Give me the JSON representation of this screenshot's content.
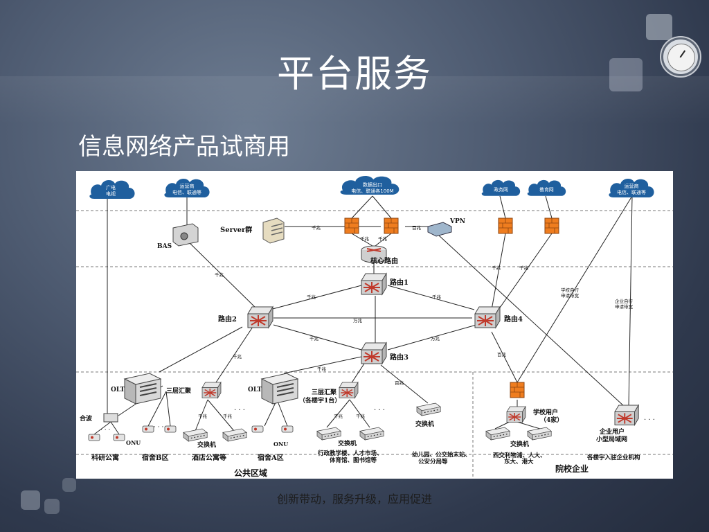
{
  "slide": {
    "title": "平台服务",
    "subtitle": "信息网络产品试商用",
    "footer": "创新带动，服务升级，应用促进"
  },
  "diagram": {
    "clouds": {
      "broadcast": [
        "广电",
        "电视"
      ],
      "isp": [
        "运营商",
        "电信、联通等"
      ],
      "data_exit": [
        "数据出口",
        "电信、联通各100M"
      ],
      "gov_net": "政务网",
      "edu_net": "教育网",
      "isp_right": [
        "运营商",
        "电信、联通等"
      ]
    },
    "devices": {
      "bas": "BAS",
      "server": "Server群",
      "vpn": "VPN",
      "core_router": "核心路由",
      "router1": "路由1",
      "router2": "路由2",
      "router3": "路由3",
      "router4": "路由4",
      "olt_left": "OLT",
      "olt_mid": "OLT",
      "splitter": "合波",
      "onu_left": "ONU",
      "onu_mid": "ONU",
      "agg_left": "三层汇聚",
      "agg_mid": [
        "三层汇聚",
        "（各楼宇1台）"
      ],
      "switch_a": "交换机",
      "switch_b": "交换机",
      "switch_c": "交换机",
      "switch_d": "交换机",
      "school_users": [
        "学校用户",
        "（4家）"
      ],
      "enterprise_users": [
        "企业用户",
        "小型局域网"
      ]
    },
    "link_labels": {
      "gigabit": "千兆",
      "hundred": "百兆",
      "ten_gigabit": "万兆",
      "school_self": [
        "学校自行",
        "申请带宽"
      ],
      "enterprise_self": [
        "企业自行",
        "申请带宽"
      ]
    },
    "sites": {
      "keyan": "科研公寓",
      "sushe_b": "宿舍B区",
      "jiudian": "酒店公寓等",
      "sushe_a": "宿舍A区",
      "jiaoxue": [
        "行政教学楼、人才市场、",
        "体育馆、图书馆等"
      ],
      "youer": [
        "幼儿园、公交始末站、",
        "公安分局等"
      ],
      "schools": [
        "西交利物浦、人大、",
        "东大、港大"
      ],
      "enterprises": "各楼宇入驻企业机构"
    },
    "zones": {
      "public": "公共区域",
      "campus": "院校企业"
    }
  },
  "colors": {
    "cloud": "#1f5f9e",
    "firewall": "#ef7d1f",
    "router": "#c0392b",
    "line": "#222222"
  }
}
